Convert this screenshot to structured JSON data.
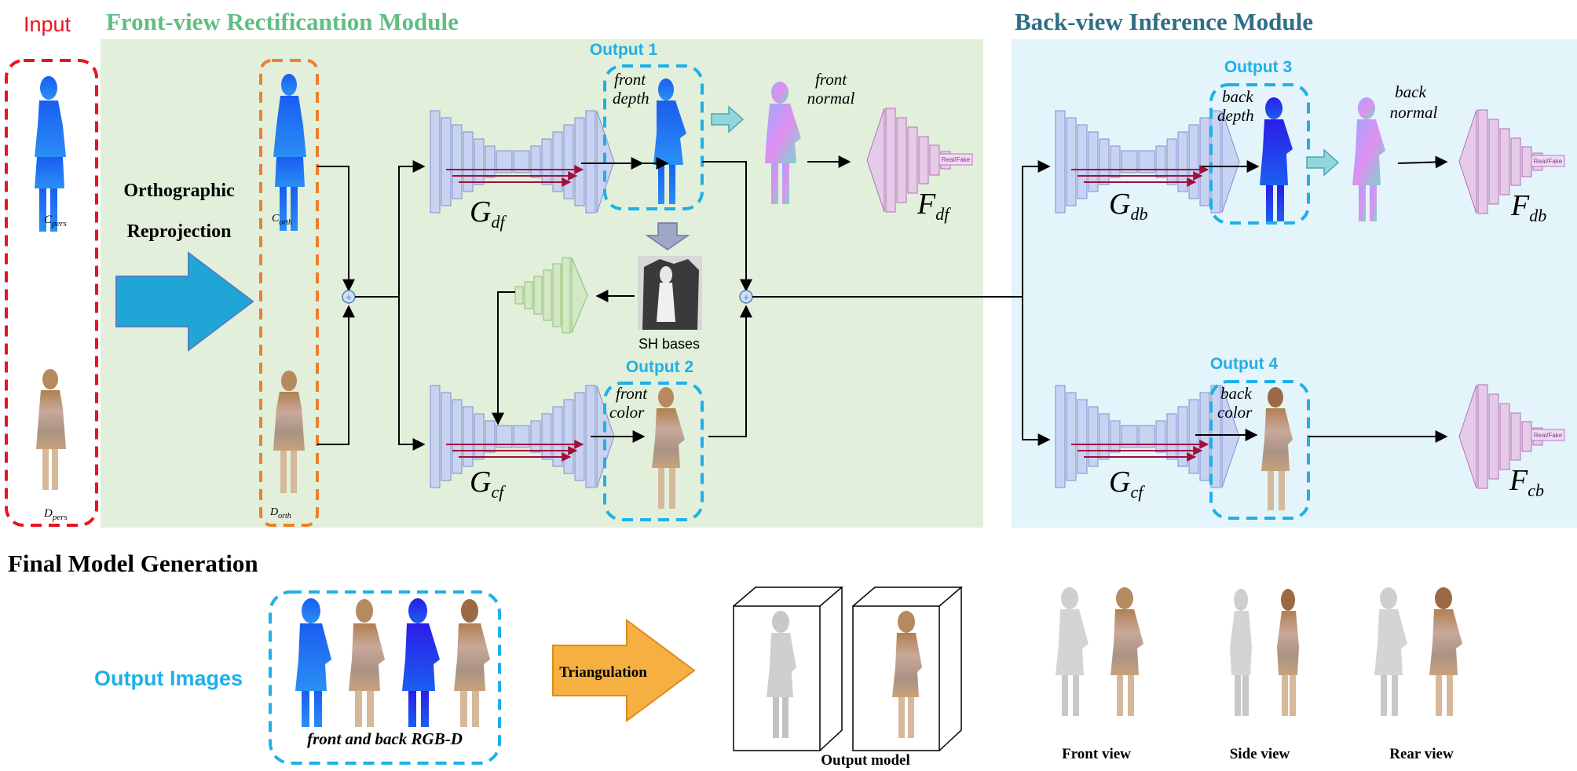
{
  "input": {
    "label": "Input",
    "c_pers": "C",
    "c_pers_sub": "pers",
    "d_pers": "D",
    "d_pers_sub": "pers"
  },
  "front_module": {
    "title": "Front-view Rectificantion Module",
    "reproj_line1": "Orthographic",
    "reproj_line2": "Reprojection",
    "c_orth": "C",
    "c_orth_sub": "orth",
    "d_orth": "D",
    "d_orth_sub": "orth",
    "output1": "Output 1",
    "output2": "Output 2",
    "front_depth_1": "front",
    "front_depth_2": "depth",
    "front_normal_1": "front",
    "front_normal_2": "normal",
    "front_color_1": "front",
    "front_color_2": "color",
    "sh_bases": "SH bases",
    "g_df": "G",
    "g_df_sub": "df",
    "g_cf": "G",
    "g_cf_sub": "cf",
    "f_df": "F",
    "f_df_sub": "df",
    "real_fake": "Real/Fake"
  },
  "back_module": {
    "title": "Back-view Inference Module",
    "output3": "Output 3",
    "output4": "Output 4",
    "back_depth_1": "back",
    "back_depth_2": "depth",
    "back_normal_1": "back",
    "back_normal_2": "normal",
    "back_color_1": "back",
    "back_color_2": "color",
    "g_db": "G",
    "g_db_sub": "db",
    "g_cf": "G",
    "g_cf_sub": "cf",
    "f_db": "F",
    "f_db_sub": "db",
    "f_cb": "F",
    "f_cb_sub": "cb",
    "real_fake": "Real/Fake"
  },
  "final": {
    "title": "Final Model Generation",
    "output_images": "Output Images",
    "rgbd_caption": "front and back RGB-D",
    "triangulation": "Triangulation",
    "output_model": "Output model",
    "front_view": "Front view",
    "side_view": "Side view",
    "rear_view": "Rear view"
  },
  "colors": {
    "front_bg": "#e2efda",
    "back_bg": "#e4f4fb",
    "input_red": "#e8141e",
    "front_title": "#5fbf83",
    "back_title": "#2f6f86",
    "output_blue": "#1fb0e8",
    "orange_box": "#ee7f2d",
    "gen_blue": "#c8d3f2",
    "disc_pink": "#e6cbe9",
    "sh_green": "#d3e8c4",
    "big_arrow": "#1fa6d6",
    "tri_arrow": "#f5b041"
  }
}
